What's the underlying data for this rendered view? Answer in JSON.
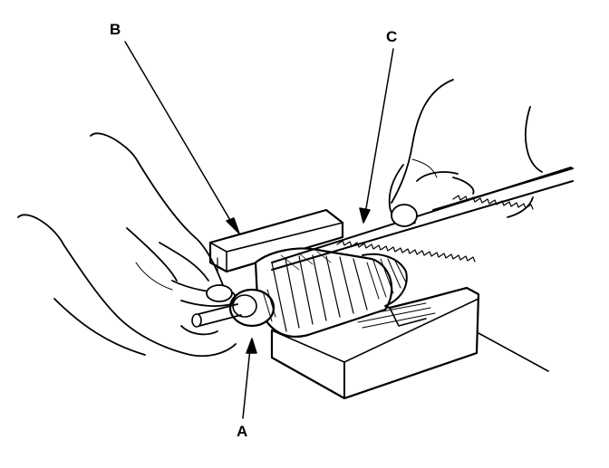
{
  "labels": {
    "a": "A",
    "b": "B",
    "c": "C"
  },
  "parts": {
    "a": "commutator",
    "b": "armature-holder-block",
    "c": "hacksaw-blade"
  },
  "colors": {
    "ink": "#000000",
    "paper": "#ffffff"
  }
}
